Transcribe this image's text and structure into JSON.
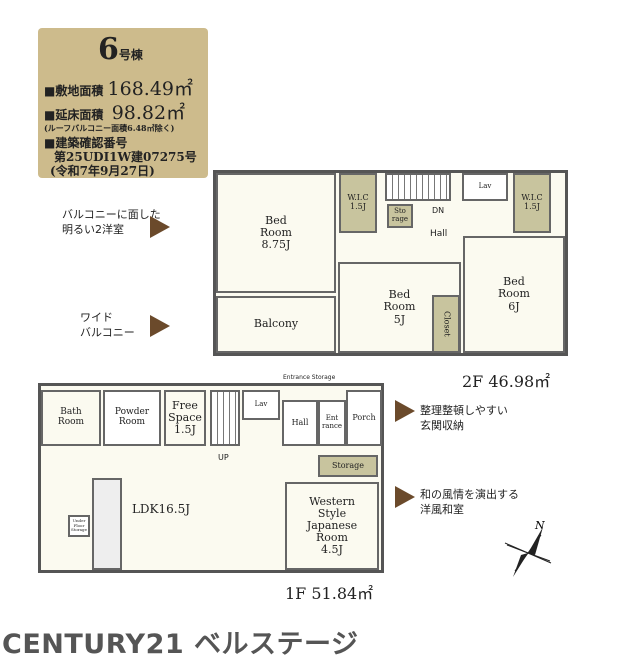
{
  "info": {
    "building": "6",
    "building_suffix": "号棟",
    "site_area_label": "■敷地面積",
    "site_area": "168.49㎡",
    "floor_area_label": "■延床面積",
    "floor_area": "98.82㎡",
    "floor_area_note": "(ルーフバルコニー面積6.48㎡除く)",
    "permit_label": "■建築確認番号",
    "permit_number": "第25UDI1W建07275号",
    "permit_date": "(令和7年9月27日)"
  },
  "floor2": {
    "area": "2F 46.98㎡",
    "rooms": {
      "bed1": "Bed\nRoom\n8.75J",
      "balcony": "Balcony",
      "wic1": "W.I.C\n1.5J",
      "storage": "Sto\nrage",
      "dn": "DN",
      "hall": "Hall",
      "lav": "Lav",
      "wic2": "W.I.C\n1.5J",
      "bed2": "Bed\nRoom\n5J",
      "closet": "Closet",
      "bed3": "Bed\nRoom\n6J"
    }
  },
  "floor1": {
    "area": "1F 51.84㎡",
    "rooms": {
      "bath": "Bath\nRoom",
      "powder": "Powder\nRoom",
      "free": "Free\nSpace\n1.5J",
      "lav": "Lav",
      "hall": "Hall",
      "entrance": "Ent\nrance",
      "porch": "Porch",
      "entrance_storage": "Entrance Storage",
      "up": "UP",
      "storage": "Storage",
      "ldk": "LDK16.5J",
      "under_floor": "Under\nFloor\nStorage",
      "japanese": "Western\nStyle\nJapanese\nRoom\n4.5J"
    }
  },
  "callouts": {
    "balcony_rooms": "バルコニーに面した\n明るい2洋室",
    "wide_balcony": "ワイド\nバルコニー",
    "entrance_storage": "整理整頓しやすい\n玄関収納",
    "japanese_room": "和の風情を演出する\n洋風和室"
  },
  "compass": "N",
  "footer": "CENTURY21 ベルステージ",
  "colors": {
    "info_bg": "#cdbb8c",
    "arrow": "#6b4a2b",
    "closet": "#c8c49e"
  }
}
